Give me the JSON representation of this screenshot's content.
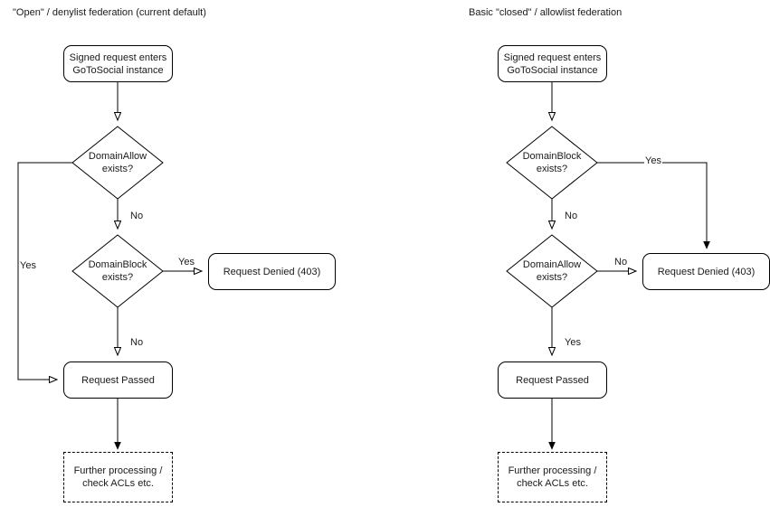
{
  "diagram": {
    "title_left": "\"Open\" / denylist federation (current default)",
    "title_right": "Basic \"closed\" / allowlist federation",
    "stroke_color": "#000000",
    "text_color": "#1a1a1a",
    "background_color": "#ffffff"
  },
  "left_flow": {
    "title": "\"Open\" / denylist federation (current default)",
    "start_node": "Signed request enters\nGoToSocial instance",
    "start_line1": "Signed request enters",
    "start_line2": "GoToSocial instance",
    "decision1_line1": "DomainAllow",
    "decision1_line2": "exists?",
    "decision2_line1": "DomainBlock",
    "decision2_line2": "exists?",
    "denied_node": "Request Denied (403)",
    "passed_node": "Request Passed",
    "further_line1": "Further processing /",
    "further_line2": "check ACLs etc.",
    "label_allow_yes": "Yes",
    "label_allow_no": "No",
    "label_block_yes": "Yes",
    "label_block_no": "No"
  },
  "right_flow": {
    "title": "Basic \"closed\" / allowlist federation",
    "start_node": "Signed request enters\nGoToSocial instance",
    "start_line1": "Signed request enters",
    "start_line2": "GoToSocial instance",
    "decision1_line1": "DomainBlock",
    "decision1_line2": "exists?",
    "decision2_line1": "DomainAllow",
    "decision2_line2": "exists?",
    "denied_node": "Request Denied (403)",
    "passed_node": "Request Passed",
    "further_line1": "Further processing /",
    "further_line2": "check ACLs etc.",
    "label_block_yes": "Yes",
    "label_block_no": "No",
    "label_allow_no": "No",
    "label_allow_yes": "Yes"
  }
}
